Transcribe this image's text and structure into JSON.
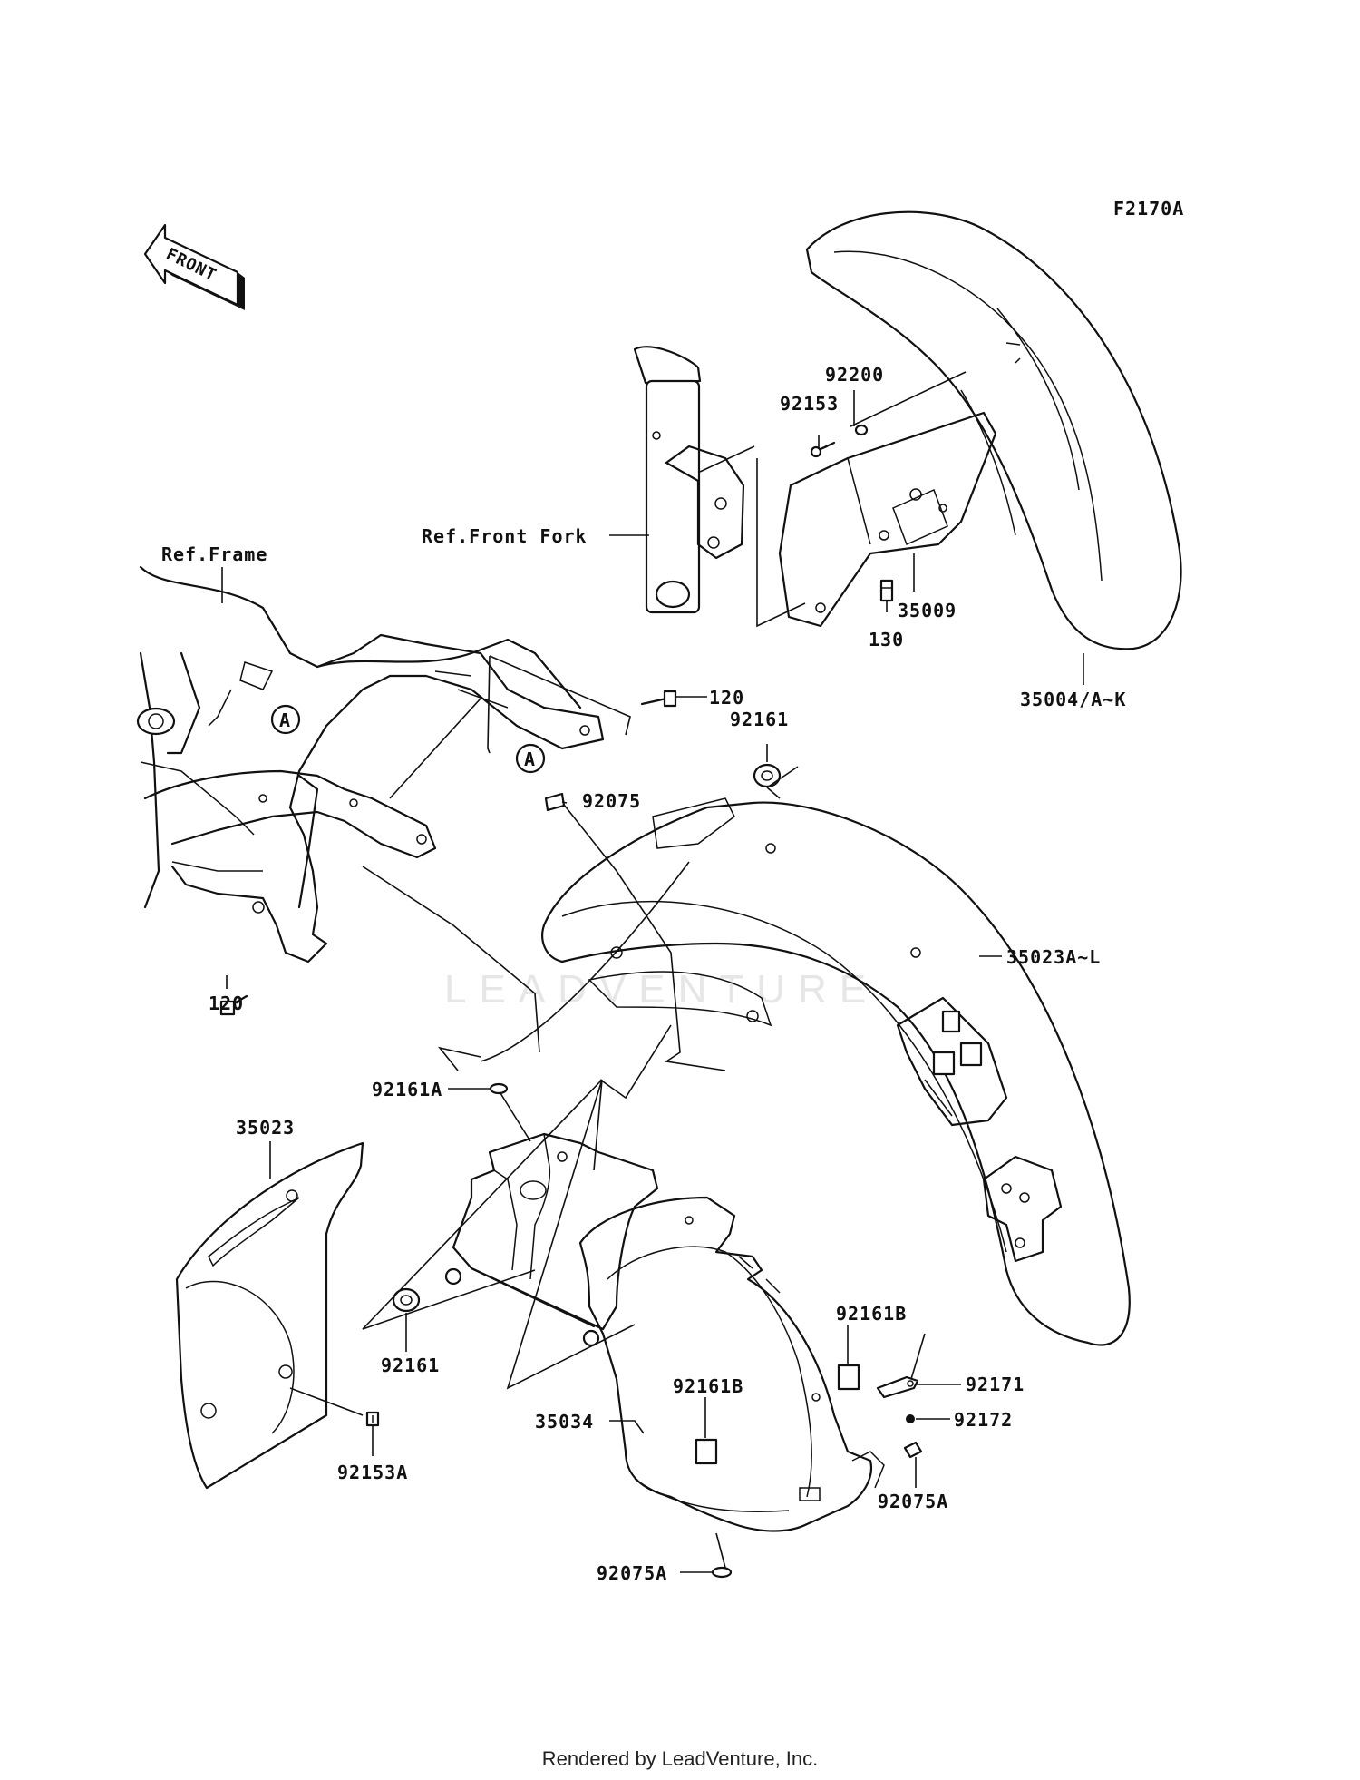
{
  "diagram_code": "F2170A",
  "front_marker": "FRONT",
  "ref_labels": {
    "frame": "Ref.Frame",
    "front_fork": "Ref.Front Fork"
  },
  "callout_A": "A",
  "watermark": "LEADVENTURE",
  "footer": "Rendered by LeadVenture, Inc.",
  "parts": {
    "p92200": "92200",
    "p92153": "92153",
    "p35009": "35009",
    "p130": "130",
    "p35004": "35004/A~K",
    "p120_top": "120",
    "p120_bottom": "120",
    "p92161_top": "92161",
    "p92075": "92075",
    "p35023A": "35023A~L",
    "p92161A": "92161A",
    "p35023": "35023",
    "p92161_mid": "92161",
    "p92153A": "92153A",
    "p92161B_right": "92161B",
    "p92161B_left": "92161B",
    "p92171": "92171",
    "p92172": "92172",
    "p35034": "35034",
    "p92075A_right": "92075A",
    "p92075A_bottom": "92075A"
  }
}
